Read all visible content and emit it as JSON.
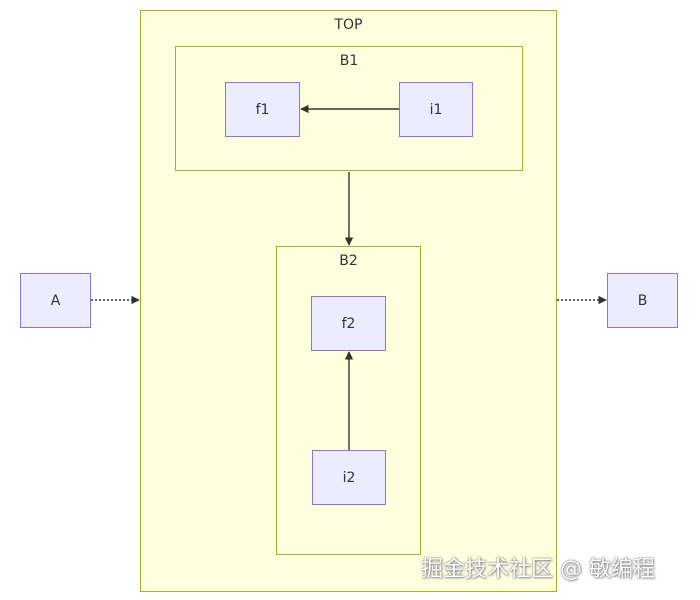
{
  "diagram": {
    "top": {
      "title": "TOP"
    },
    "b1": {
      "title": "B1"
    },
    "b2": {
      "title": "B2"
    },
    "nodes": {
      "f1": "f1",
      "i1": "i1",
      "f2": "f2",
      "i2": "i2",
      "a": "A",
      "b": "B"
    },
    "colors": {
      "subgraph_fill": "#ffffde",
      "subgraph_border": "#aaaa33",
      "node_fill": "#ececff",
      "node_border": "#9370db",
      "edge": "#333333"
    }
  },
  "watermark": "掘金技术社区 @ 敏编程"
}
